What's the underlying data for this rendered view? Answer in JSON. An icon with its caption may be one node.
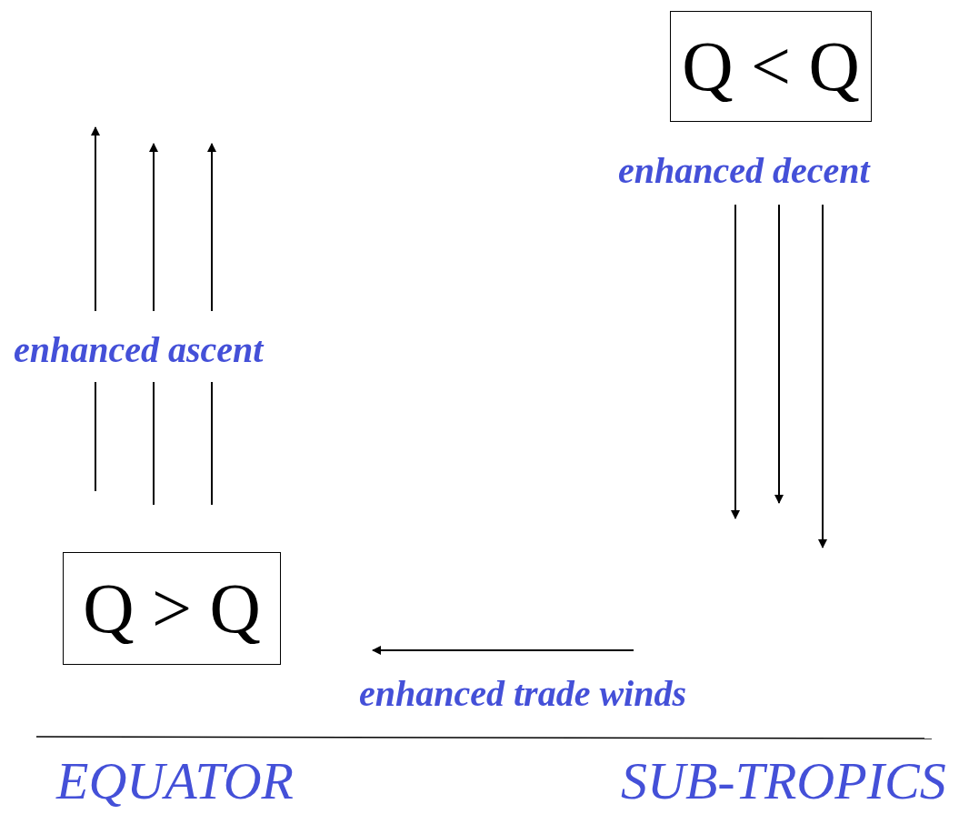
{
  "diagram": {
    "nodes": [
      {
        "text": [
          "Q < Q"
        ]
      },
      {
        "text": [
          "Q > Q"
        ]
      }
    ],
    "edges": [],
    "labels": [
      "enhanced decent",
      "enhanced ascent",
      "enhanced trade winds",
      "EQUATOR",
      "SUB-TROPICS"
    ]
  }
}
